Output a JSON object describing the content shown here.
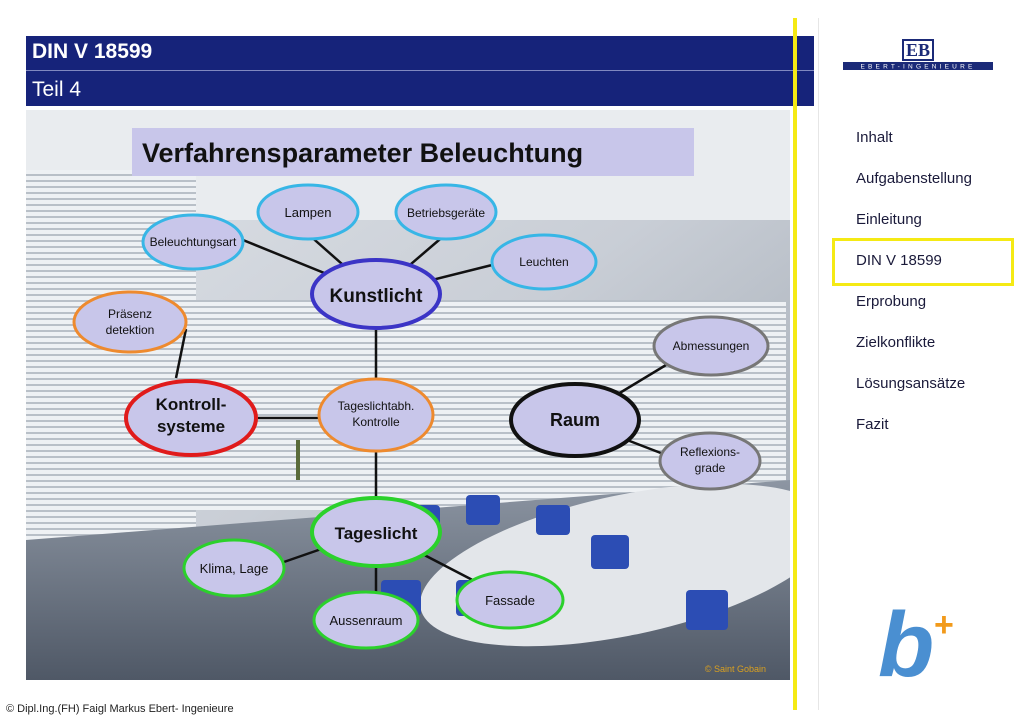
{
  "header": {
    "title": "DIN V 18599",
    "subtitle": "Teil 4"
  },
  "logo": {
    "initials": "EB",
    "text": "EBERT-INGENIEURE"
  },
  "nav": {
    "items": [
      {
        "label": "Inhalt"
      },
      {
        "label": "Aufgabenstellung"
      },
      {
        "label": "Einleitung"
      },
      {
        "label": "DIN V 18599"
      },
      {
        "label": "Erprobung"
      },
      {
        "label": "Zielkonflikte"
      },
      {
        "label": "Lösungsansätze"
      },
      {
        "label": "Fazit"
      }
    ],
    "active_index": 3
  },
  "diagram": {
    "title": "Verfahrensparameter Beleuchtung",
    "credit": "© Saint Gobain",
    "nodes": {
      "kunstlicht": "Kunstlicht",
      "lampen": "Lampen",
      "betriebsgeraete": "Betriebsgeräte",
      "beleuchtungsart": "Beleuchtungsart",
      "leuchten": "Leuchten",
      "praesenz_1": "Präsenz",
      "praesenz_2": "detektion",
      "kontroll_1": "Kontroll-",
      "kontroll_2": "systeme",
      "tageslichtabh_1": "Tageslichtabh.",
      "tageslichtabh_2": "Kontrolle",
      "raum": "Raum",
      "abmessungen": "Abmessungen",
      "reflexions_1": "Reflexions-",
      "reflexions_2": "grade",
      "tageslicht": "Tageslicht",
      "klima": "Klima, Lage",
      "fassade": "Fassade",
      "aussenraum": "Aussenraum"
    },
    "colors": {
      "blue": "#3b34c6",
      "red": "#e01b1b",
      "green": "#2bd12b",
      "orange": "#ee8a2e",
      "cyan": "#37b6e6",
      "black": "#111111"
    }
  },
  "footer": {
    "text": "© Dipl.Ing.(FH) Faigl Markus Ebert- Ingenieure"
  },
  "b_logo": {
    "letter": "b",
    "plus": "+"
  }
}
